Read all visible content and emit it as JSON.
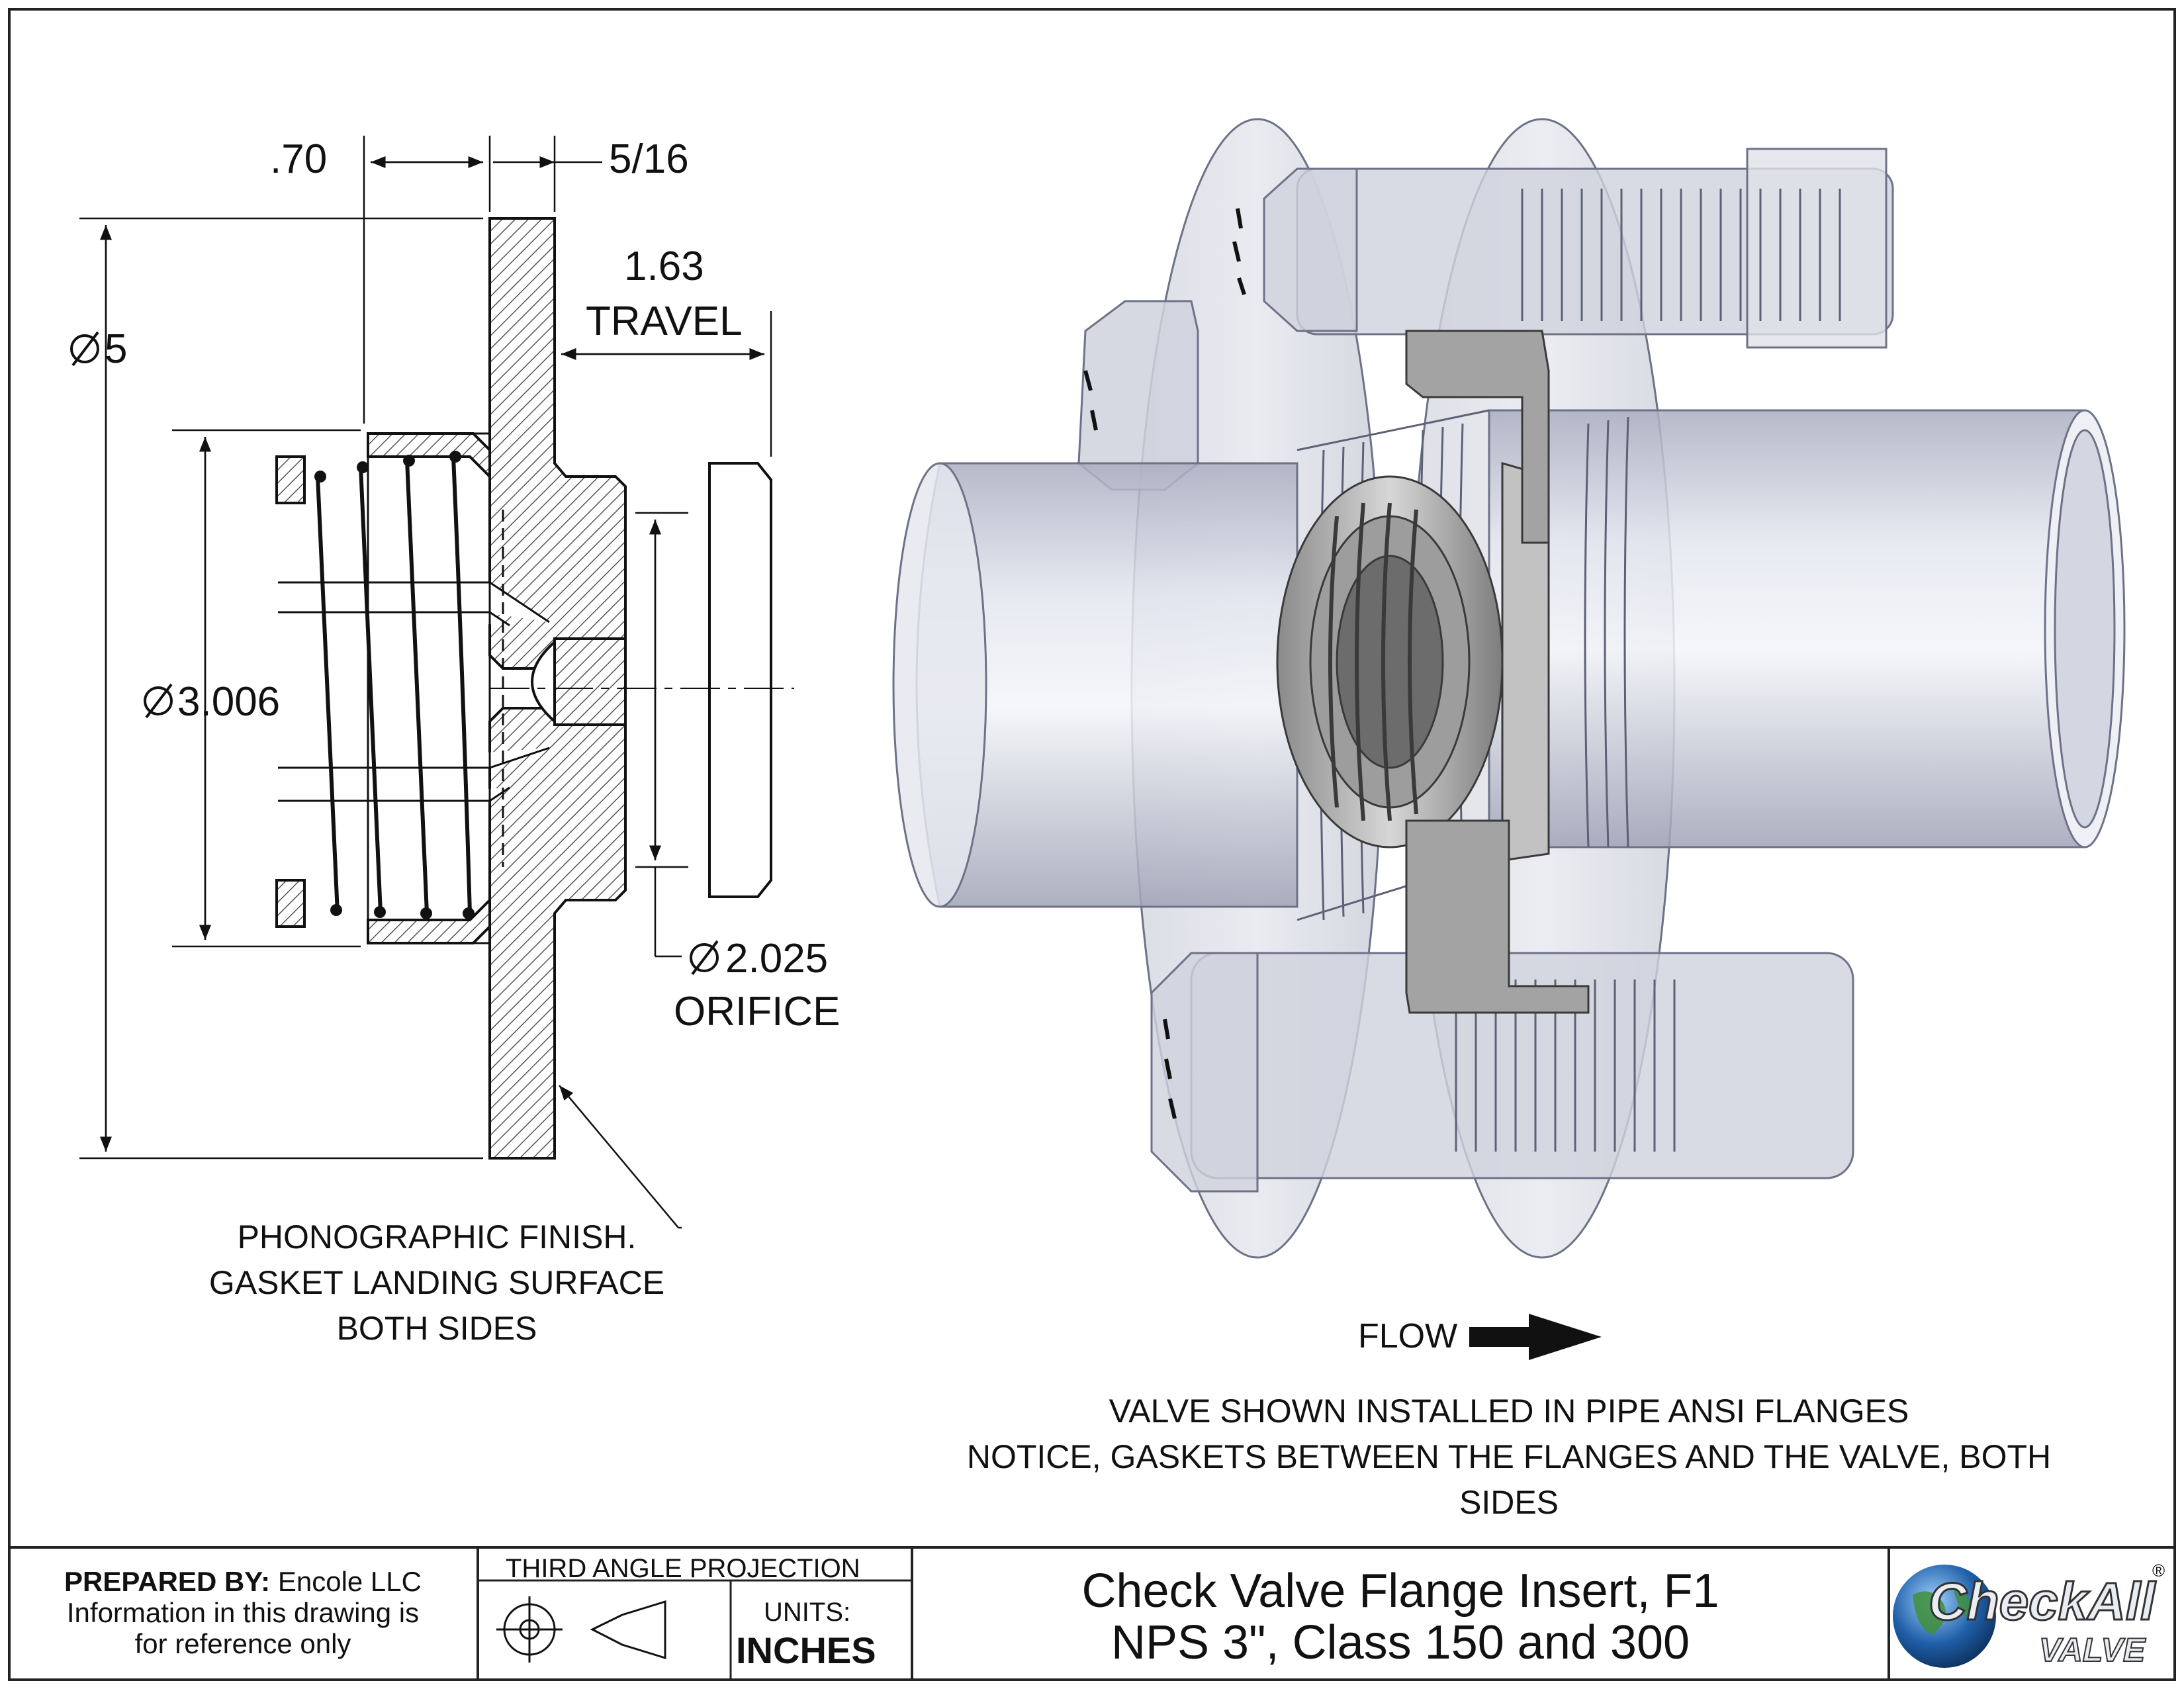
{
  "dimensions": {
    "d070": ".70",
    "d516": "5/16",
    "travel_value": "1.63",
    "travel_label": "TRAVEL",
    "dia5": "5",
    "dia3006": "3.006",
    "dia2025": "2.025",
    "orifice_label": "ORIFICE"
  },
  "notes": {
    "finish_line1": "PHONOGRAPHIC FINISH.",
    "finish_line2": "GASKET LANDING SURFACE",
    "finish_line3": "BOTH SIDES",
    "flow_label": "FLOW",
    "install_line1": "VALVE SHOWN INSTALLED IN PIPE ANSI FLANGES",
    "install_line2": "NOTICE, GASKETS BETWEEN THE FLANGES AND THE VALVE, BOTH SIDES"
  },
  "title_block": {
    "prepared_label": "PREPARED BY:",
    "prepared_by": "Encole LLC",
    "info_line1": "Information in this drawing is",
    "info_line2": "for reference only",
    "projection": "THIRD ANGLE PROJECTION",
    "units_label": "UNITS:",
    "units_value": "INCHES",
    "title_line1": "Check Valve Flange Insert, F1",
    "title_line2": "NPS 3\", Class 150 and 300",
    "logo_text_main": "CheckAll",
    "logo_text_sub": "VALVE",
    "logo_mark": "®"
  },
  "colors": {
    "line": "#111111",
    "hatch": "#555555",
    "glass_body": "#c9ccd8",
    "glass_edge": "#8a8fa3",
    "steel": "#b8b8b8",
    "steel_dark": "#6e6e6e",
    "logo_globe_blue": "#1f5fa8",
    "logo_globe_green": "#3f8f3a"
  }
}
